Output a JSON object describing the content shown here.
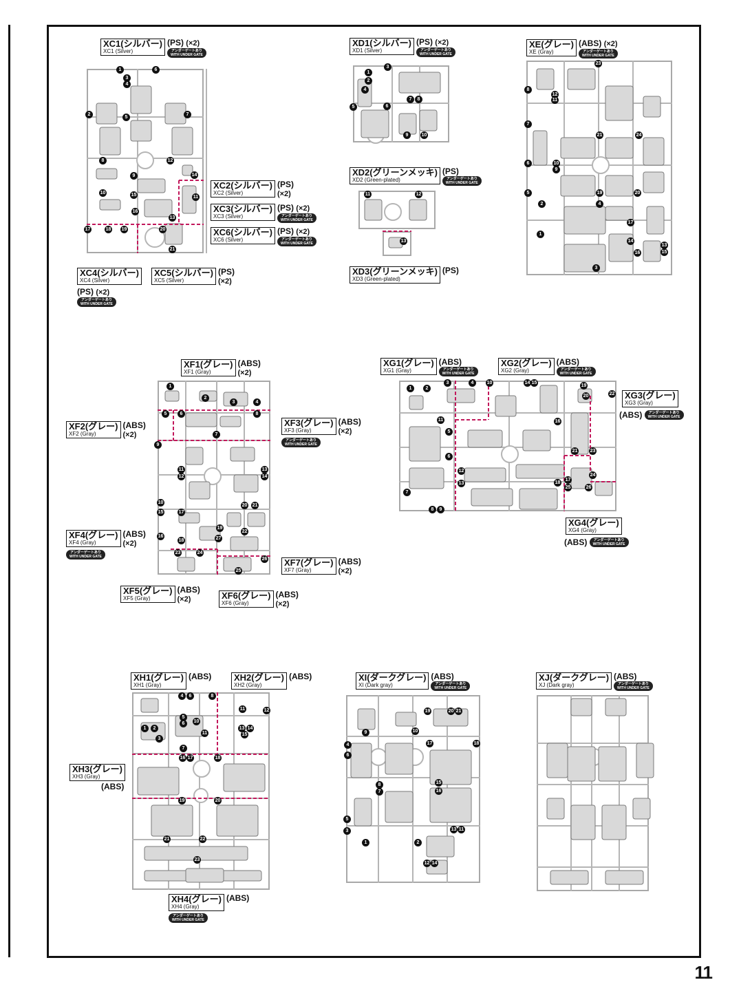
{
  "page_number": "11",
  "badge": {
    "line1": "アンダーゲートあり",
    "line2": "WITH UNDER GATE"
  },
  "labels": {
    "xc1": {
      "jp": "XC1(シルバー)",
      "en": "XC1 (Silver)",
      "mat": "(PS)",
      "qty": "(×2)"
    },
    "xc2": {
      "jp": "XC2(シルバー)",
      "en": "XC2 (Silver)",
      "mat": "(PS)",
      "qty": "(×2)"
    },
    "xc3": {
      "jp": "XC3(シルバー)",
      "en": "XC3 (Silver)",
      "mat": "(PS)",
      "qty": "(×2)"
    },
    "xc6": {
      "jp": "XC6(シルバー)",
      "en": "XC6 (Silver)",
      "mat": "(PS)",
      "qty": "(×2)"
    },
    "xc4": {
      "jp": "XC4(シルバー)",
      "en": "XC4 (Silver)",
      "mat": "(PS)",
      "qty": "(×2)"
    },
    "xc5": {
      "jp": "XC5(シルバー)",
      "en": "XC5 (Silver)",
      "mat": "(PS)",
      "qty": "(×2)"
    },
    "xd1": {
      "jp": "XD1(シルバー)",
      "en": "XD1 (Silver)",
      "mat": "(PS)",
      "qty": "(×2)"
    },
    "xd2": {
      "jp": "XD2(グリーンメッキ)",
      "en": "XD2 (Green-plated)",
      "mat": "(PS)"
    },
    "xd3": {
      "jp": "XD3(グリーンメッキ)",
      "en": "XD3 (Green-plated)",
      "mat": "(PS)"
    },
    "xe": {
      "jp": "XE(グレー)",
      "en": "XE (Gray)",
      "mat": "(ABS)",
      "qty": "(×2)"
    },
    "xf1": {
      "jp": "XF1(グレー)",
      "en": "XF1 (Gray)",
      "mat": "(ABS)",
      "qty": "(×2)"
    },
    "xf2": {
      "jp": "XF2(グレー)",
      "en": "XF2 (Gray)",
      "mat": "(ABS)",
      "qty": "(×2)"
    },
    "xf3": {
      "jp": "XF3(グレー)",
      "en": "XF3 (Gray)",
      "mat": "(ABS)",
      "qty": "(×2)"
    },
    "xf4": {
      "jp": "XF4(グレー)",
      "en": "XF4 (Gray)",
      "mat": "(ABS)",
      "qty": "(×2)"
    },
    "xf5": {
      "jp": "XF5(グレー)",
      "en": "XF5 (Gray)",
      "mat": "(ABS)",
      "qty": "(×2)"
    },
    "xf6": {
      "jp": "XF6(グレー)",
      "en": "XF6 (Gray)",
      "mat": "(ABS)",
      "qty": "(×2)"
    },
    "xf7": {
      "jp": "XF7(グレー)",
      "en": "XF7 (Gray)",
      "mat": "(ABS)",
      "qty": "(×2)"
    },
    "xg1": {
      "jp": "XG1(グレー)",
      "en": "XG1 (Gray)",
      "mat": "(ABS)"
    },
    "xg2": {
      "jp": "XG2(グレー)",
      "en": "XG2 (Gray)",
      "mat": "(ABS)"
    },
    "xg3": {
      "jp": "XG3(グレー)",
      "en": "XG3 (Gray)",
      "mat": "(ABS)"
    },
    "xg4": {
      "jp": "XG4(グレー)",
      "en": "XG4 (Gray)",
      "mat": "(ABS)"
    },
    "xh1": {
      "jp": "XH1(グレー)",
      "en": "XH1 (Gray)",
      "mat": "(ABS)"
    },
    "xh2": {
      "jp": "XH2(グレー)",
      "en": "XH2 (Gray)",
      "mat": "(ABS)"
    },
    "xh3": {
      "jp": "XH3(グレー)",
      "en": "XH3 (Gray)",
      "mat": "(ABS)"
    },
    "xh4": {
      "jp": "XH4(グレー)",
      "en": "XH4 (Gray)",
      "mat": "(ABS)"
    },
    "xi": {
      "jp": "XI(ダークグレー)",
      "en": "XI (Dark gray)",
      "mat": "(ABS)"
    },
    "xj": {
      "jp": "XJ(ダークグレー)",
      "en": "XJ (Dark gray)",
      "mat": "(ABS)"
    }
  },
  "colors": {
    "divider": "#c2185b",
    "runner": "#a8a8a8",
    "part_fill": "#d9d9d9",
    "part_stroke": "#7a7a7a"
  }
}
